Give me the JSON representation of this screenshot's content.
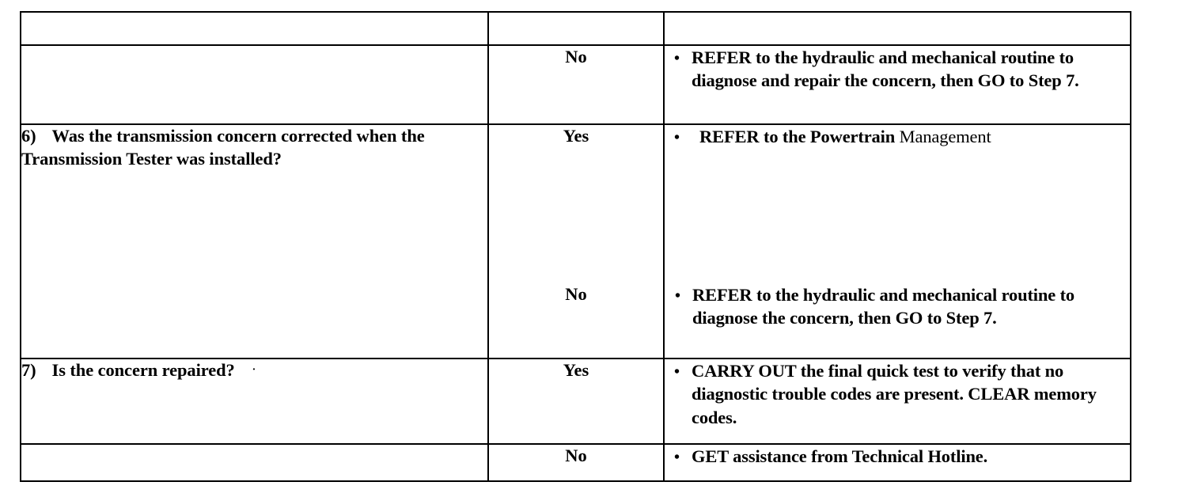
{
  "document": {
    "type": "diagnostic-procedure-table",
    "columns": [
      "",
      "",
      ""
    ]
  },
  "table": {
    "rows": [
      {
        "id": "row-header",
        "question": "",
        "answer": "",
        "action": ""
      },
      {
        "id": "row-5-no",
        "question": "",
        "answer": "No",
        "action": "REFER to the hydraulic and mechanical routine to diagnose and repair the concern, then GO to Step 7."
      },
      {
        "id": "row-6-yes",
        "question_number": "6)",
        "question": "Was the transmission concern corrected when the Transmission Tester was installed?",
        "answer": "Yes",
        "action_bold": "REFER to the Powertrain",
        "action_light": "Management"
      },
      {
        "id": "row-6-no",
        "question": "",
        "answer": "No",
        "action": "REFER to the hydraulic and mechanical routine to diagnose the concern, then GO to Step 7."
      },
      {
        "id": "row-7-yes",
        "question_number": "7)",
        "question": "Is the concern repaired?",
        "question_stray_mark": "·",
        "answer": "Yes",
        "action": "CARRY OUT the final quick test to verify that no diagnostic trouble codes are present. CLEAR memory codes."
      },
      {
        "id": "row-7-no",
        "question": "",
        "answer": "No",
        "action": "GET assistance from Technical Hotline."
      }
    ]
  },
  "colors": {
    "page_background": "#ffffff",
    "border": "#000000",
    "text": "#000000"
  }
}
